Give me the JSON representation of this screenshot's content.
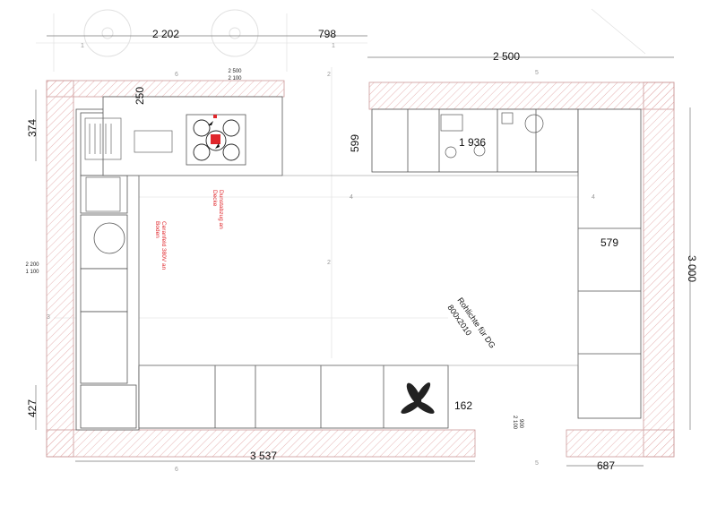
{
  "dimensions": {
    "top_left_width": "2 202",
    "top_mid_width": "798",
    "top_right_width": "2 500",
    "offset_250": "250",
    "left_374": "374",
    "left_427": "427",
    "left_height_a": "2 200",
    "left_height_b": "1 100",
    "counter_depth": "599",
    "sink_width": "1 936",
    "right_depth": "579",
    "right_total": "3 000",
    "bottom_total": "3 537",
    "bottom_right": "687",
    "door_offset": "162",
    "hob_height_a": "2 500",
    "hob_height_b": "2 100",
    "door_height_a": "900",
    "door_height_b": "2 100"
  },
  "annotations": {
    "door_opening_line1": "Rohlichte für DG",
    "door_opening_line2": "800x2010",
    "hood_line1": "Dunstabzug an",
    "hood_line2": "Decke",
    "power_line1": "Ceranfeld 380V an",
    "power_line2": "Boden"
  },
  "markers": {
    "axis_1": "1",
    "axis_2": "2",
    "axis_3": "3",
    "axis_4": "4",
    "axis_5": "5",
    "axis_6": "6"
  },
  "colors": {
    "line": "#9a9a9a",
    "wall_hatch": "#e6b3b3",
    "accent_red": "#e0262b"
  }
}
